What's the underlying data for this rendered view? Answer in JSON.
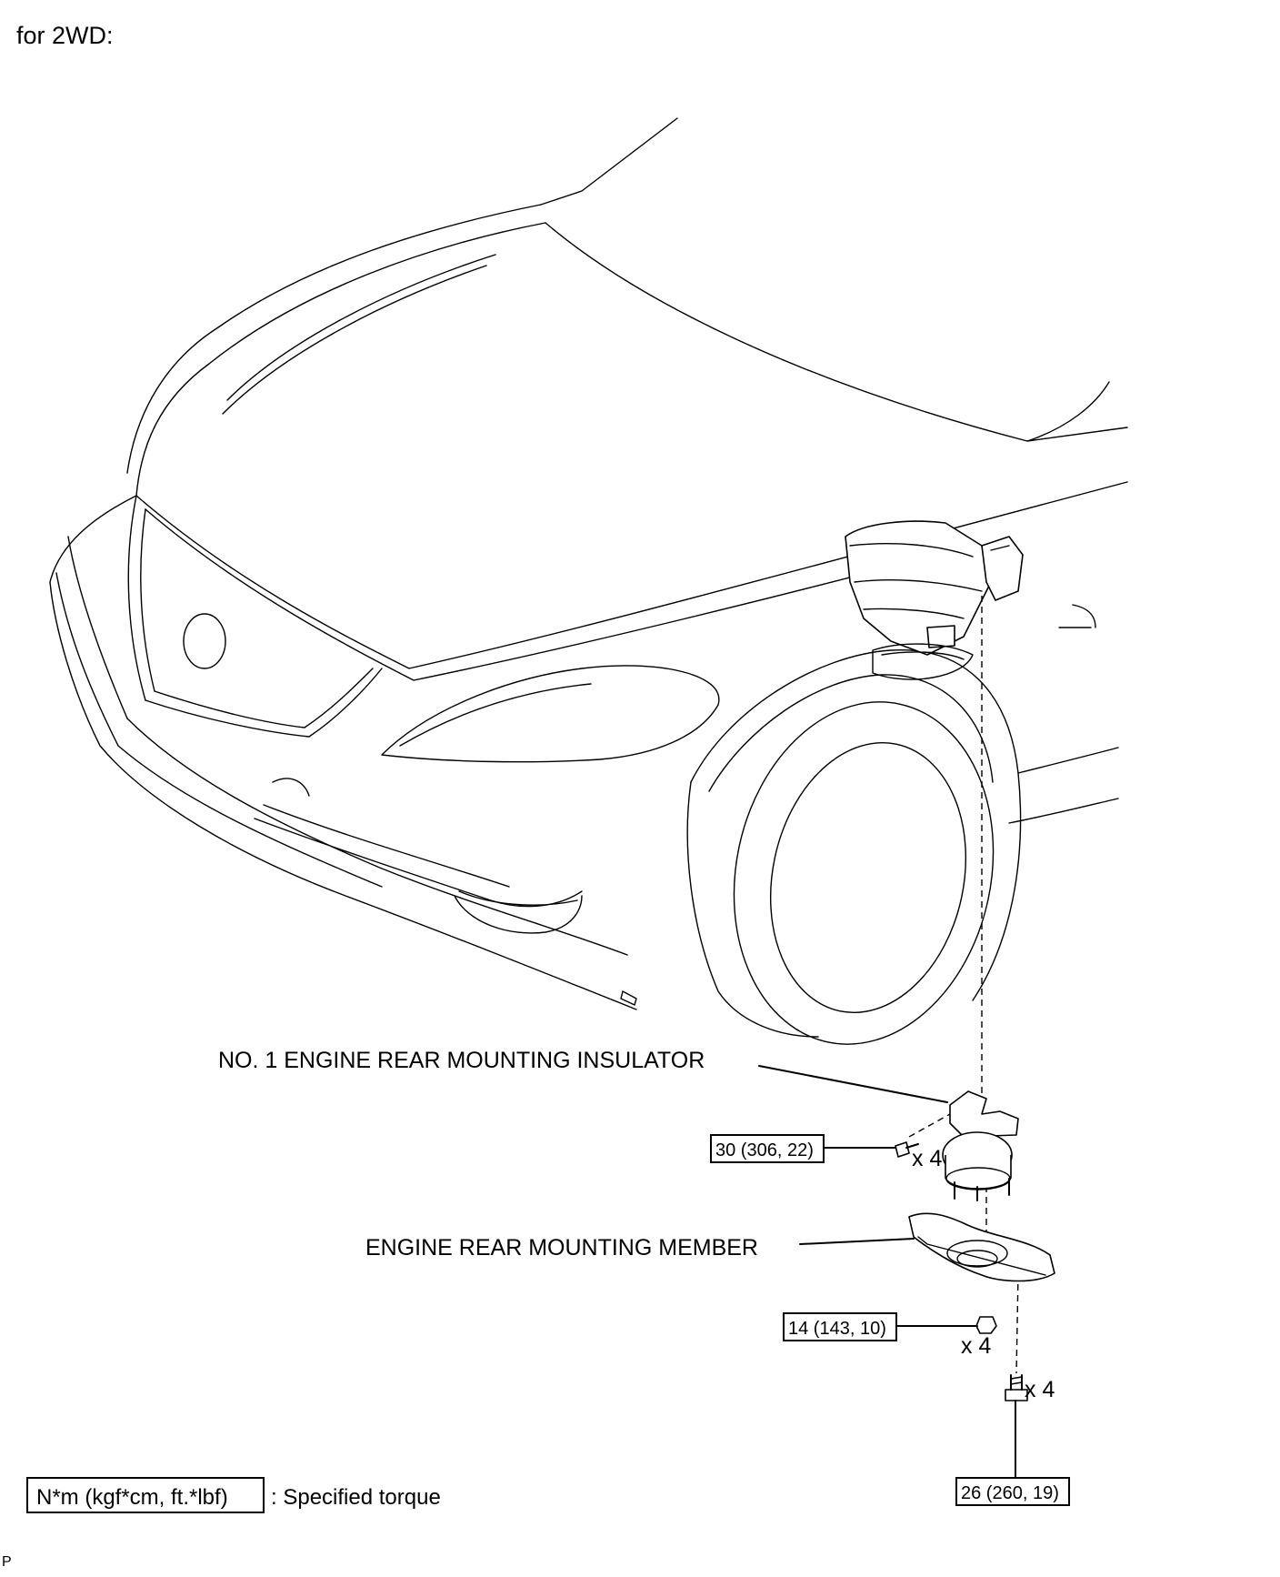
{
  "heading": "for 2WD:",
  "parts": {
    "insulator": "NO. 1 ENGINE REAR MOUNTING INSULATOR",
    "member": "ENGINE REAR MOUNTING MEMBER"
  },
  "torques": {
    "insulator_bolt": "30 (306, 22)",
    "member_nut": "14 (143, 10)",
    "member_bolt": "26 (260, 19)"
  },
  "quantities": {
    "insulator_bolt": "x 4",
    "member_nut": "x 4",
    "member_bolt": "x 4"
  },
  "legend": {
    "unit_box": "N*m (kgf*cm, ft.*lbf)",
    "description": ": Specified torque"
  },
  "figure_code": "P"
}
